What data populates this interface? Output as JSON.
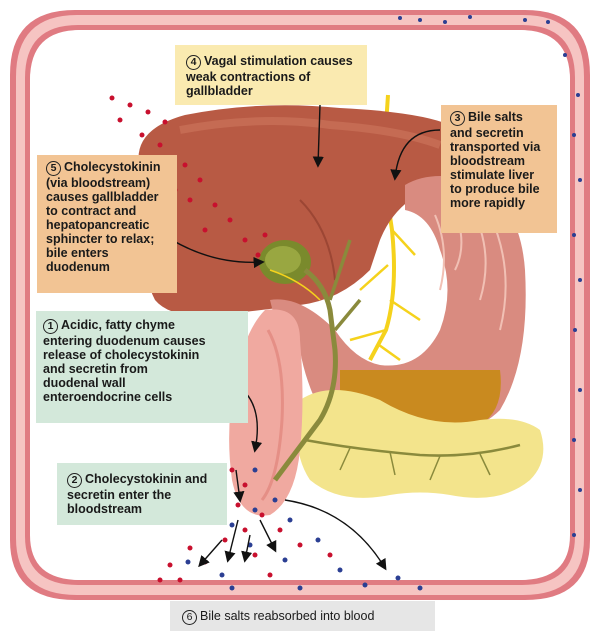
{
  "callouts": [
    {
      "id": "c4",
      "number": "4",
      "lines": [
        "Vagal stimulation causes",
        "weak contractions of",
        "gallbladder"
      ]
    },
    {
      "id": "c3",
      "number": "3",
      "lines": [
        "Bile salts",
        "and secretin",
        "transported via",
        "bloodstream",
        "stimulate liver",
        "to produce bile",
        "more rapidly"
      ]
    },
    {
      "id": "c5",
      "number": "5",
      "lines": [
        "Cholecystokinin",
        "(via bloodstream)",
        "causes gallbladder",
        "to contract and",
        "hepatopancreatic",
        "sphincter to relax;",
        "bile enters",
        "duodenum"
      ]
    },
    {
      "id": "c1",
      "number": "1",
      "lines": [
        "Acidic, fatty chyme",
        "entering duodenum causes",
        "release of cholecystokinin",
        "and secretin from",
        "duodenal wall",
        "enteroendocrine cells"
      ]
    },
    {
      "id": "c2",
      "number": "2",
      "lines": [
        "Cholecystokinin and",
        "secretin enter the",
        "bloodstream"
      ]
    },
    {
      "id": "c6",
      "number": "6",
      "lines": [
        "Bile salts reabsorbed into blood"
      ]
    }
  ],
  "colors": {
    "vessel_outer": "#e07b82",
    "vessel_inner": "#f6c4c2",
    "liver": "#b85a44",
    "stomach": "#d98b80",
    "pancreas": "#f3e48c",
    "chyme": "#c98a1f",
    "nerve": "#f5d21c",
    "bile_duct": "#8a8a3c",
    "red_dot": "#c8102e",
    "blue_dot": "#2b3f93"
  }
}
